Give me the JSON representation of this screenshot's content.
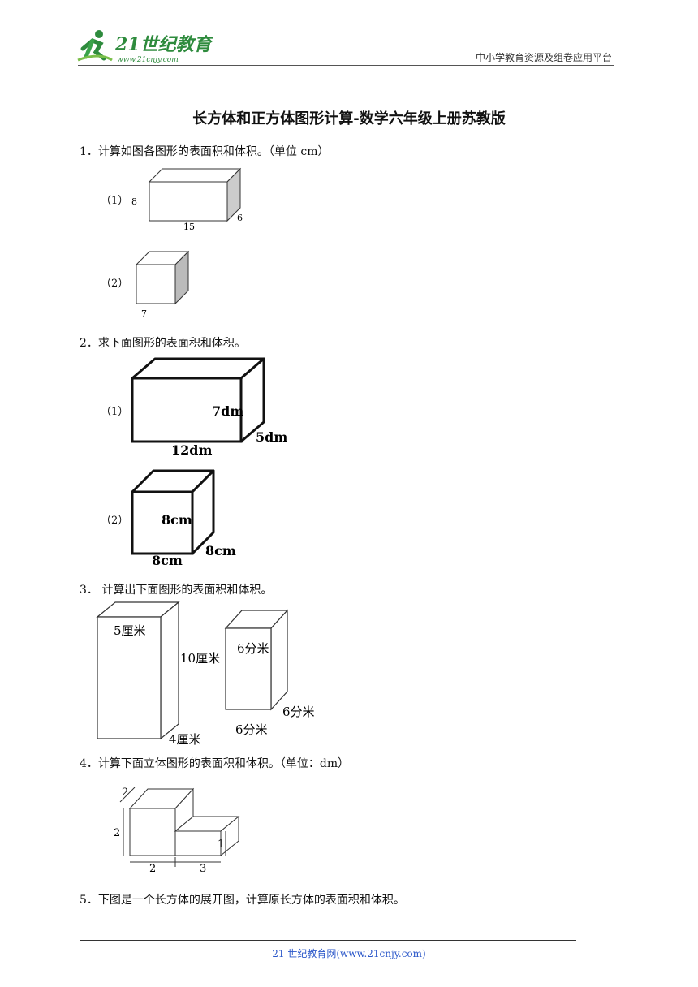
{
  "header": {
    "logo_text": "21世纪教育",
    "logo_url_text": "www.21cnjy.com",
    "right_text": "中小学教育资源及组卷应用平台"
  },
  "title": "长方体和正方体图形计算-数学六年级上册苏教版",
  "questions": [
    {
      "text": "1．计算如图各图形的表面积和体积。（单位 cm）",
      "parts": [
        {
          "label": "（1）",
          "dims": [
            "8",
            "15",
            "6"
          ]
        },
        {
          "label": "（2）",
          "dims": [
            "7"
          ]
        }
      ]
    },
    {
      "text": "2．求下面图形的表面积和体积。",
      "parts": [
        {
          "label": "（1）",
          "dims": [
            "7dm",
            "12dm",
            "5dm"
          ]
        },
        {
          "label": "（2）",
          "dims": [
            "8cm",
            "8cm",
            "8cm"
          ]
        }
      ]
    },
    {
      "text": "3．  计算出下面图形的表面积和体积。",
      "figures": [
        {
          "dims": [
            "5厘米",
            "10厘米",
            "4厘米"
          ]
        },
        {
          "dims": [
            "6分米",
            "6分米",
            "6分米"
          ]
        }
      ]
    },
    {
      "text": "4．计算下面立体图形的表面积和体积。（单位：dm）",
      "dims": [
        "2",
        "2",
        "1",
        "2",
        "3"
      ]
    },
    {
      "text": "5．下图是一个长方体的展开图，计算原长方体的表面积和体积。"
    }
  ],
  "footer": "21 世纪教育网(www.21cnjy.com)"
}
